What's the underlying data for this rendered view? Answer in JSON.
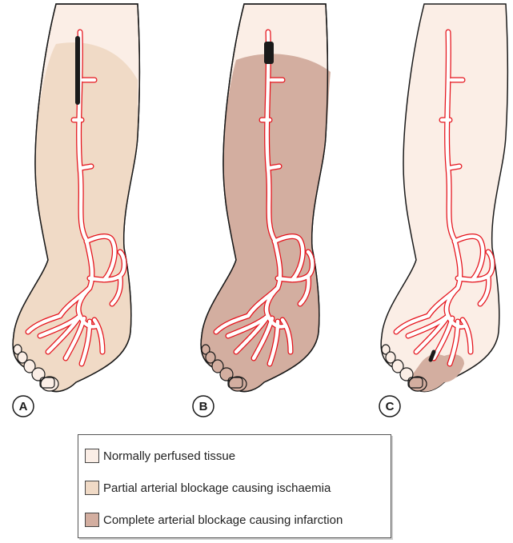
{
  "panels": [
    {
      "label": "A",
      "state": "partial-blockage-ischaemia"
    },
    {
      "label": "B",
      "state": "complete-blockage-infarction"
    },
    {
      "label": "C",
      "state": "distal-blockage-toe-infarction"
    }
  ],
  "legend": [
    {
      "text": "Normally perfused tissue",
      "color": "#fbeee6"
    },
    {
      "text": "Partial arterial blockage causing ischaemia",
      "color": "#f0dac6"
    },
    {
      "text": "Complete arterial blockage causing infarction",
      "color": "#d3aea0"
    }
  ],
  "colors": {
    "artery_outline": "#e5121b",
    "artery_fill": "#ffffff",
    "limb_outline": "#1a1a1a",
    "occlusion": "#1a1a1a"
  }
}
